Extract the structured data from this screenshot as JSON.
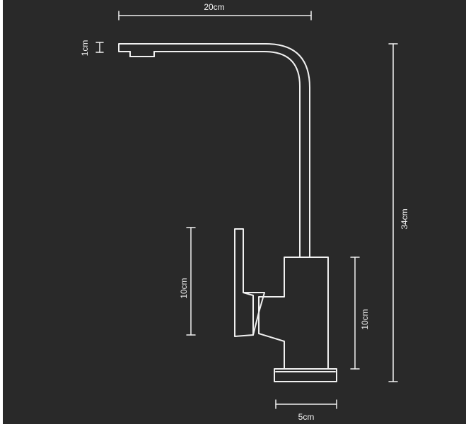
{
  "diagram": {
    "background_color": "#292929",
    "line_color": "#f0f0f0",
    "dimensions": {
      "width_label": "20cm",
      "spout_height_label": "1cm",
      "total_height_label": "34cm",
      "handle_height_label": "10cm",
      "body_height_label": "10cm",
      "base_width_label": "5cm"
    }
  }
}
